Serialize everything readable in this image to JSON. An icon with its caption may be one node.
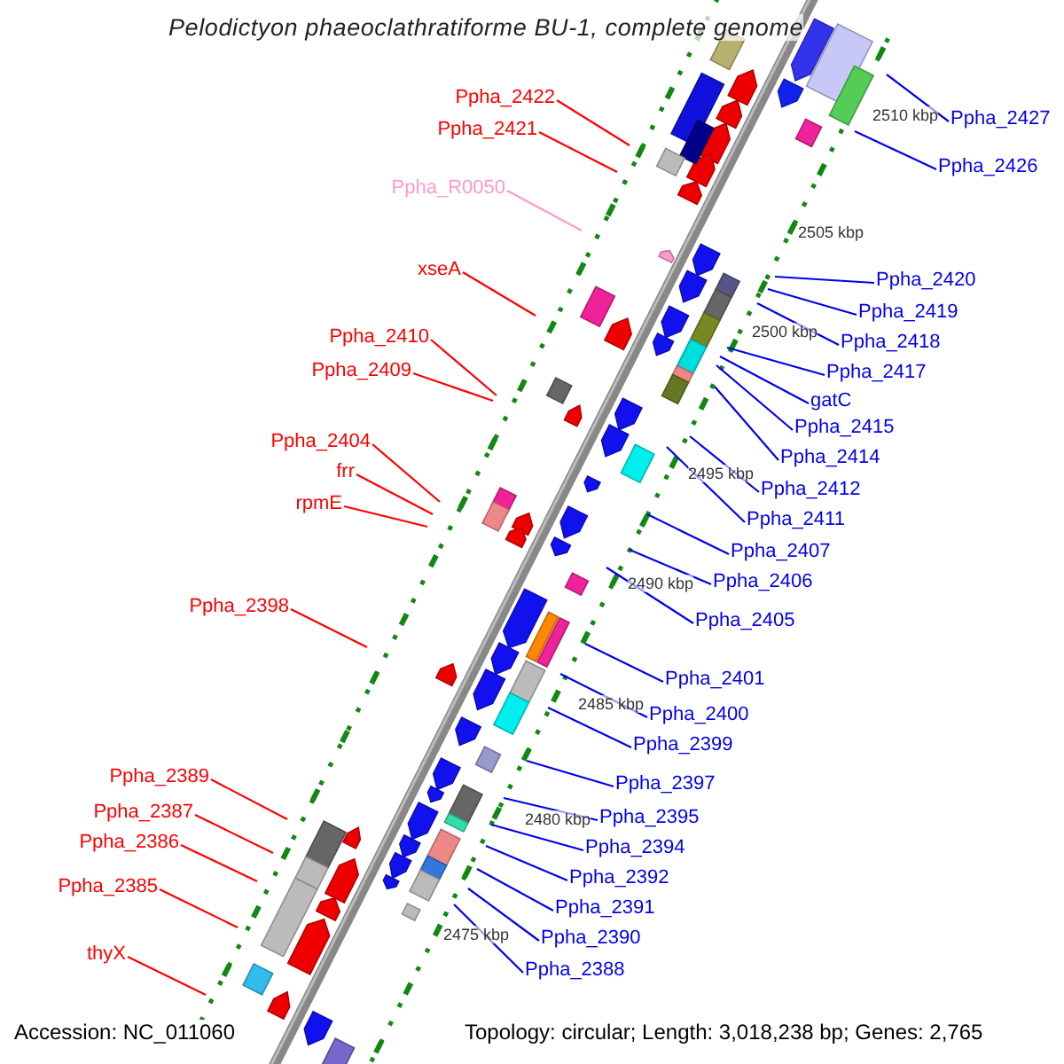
{
  "diagram": {
    "title": "Pelodictyon phaeoclathratiforme BU-1, complete genome",
    "nodes": [
      {
        "text": [
          "Ppha_2422"
        ]
      },
      {
        "text": [
          "Ppha_2421"
        ]
      },
      {
        "text": [
          "Ppha_R0050"
        ]
      },
      {
        "text": [
          "xseA"
        ]
      },
      {
        "text": [
          "Ppha_2410"
        ]
      },
      {
        "text": [
          "Ppha_2409"
        ]
      },
      {
        "text": [
          "Ppha_2404"
        ]
      },
      {
        "text": [
          "frr"
        ]
      },
      {
        "text": [
          "rpmE"
        ]
      },
      {
        "text": [
          "Ppha_2398"
        ]
      },
      {
        "text": [
          "Ppha_2389"
        ]
      },
      {
        "text": [
          "Ppha_2387"
        ]
      },
      {
        "text": [
          "Ppha_2386"
        ]
      },
      {
        "text": [
          "Ppha_2385"
        ]
      },
      {
        "text": [
          "thyX"
        ]
      },
      {
        "text": [
          "Ppha_2427"
        ]
      },
      {
        "text": [
          "Ppha_2426"
        ]
      },
      {
        "text": [
          "Ppha_2420"
        ]
      },
      {
        "text": [
          "Ppha_2419"
        ]
      },
      {
        "text": [
          "Ppha_2418"
        ]
      },
      {
        "text": [
          "Ppha_2417"
        ]
      },
      {
        "text": [
          "gatC"
        ]
      },
      {
        "text": [
          "Ppha_2415"
        ]
      },
      {
        "text": [
          "Ppha_2414"
        ]
      },
      {
        "text": [
          "Ppha_2412"
        ]
      },
      {
        "text": [
          "Ppha_2411"
        ]
      },
      {
        "text": [
          "Ppha_2407"
        ]
      },
      {
        "text": [
          "Ppha_2406"
        ]
      },
      {
        "text": [
          "Ppha_2405"
        ]
      },
      {
        "text": [
          "Ppha_2401"
        ]
      },
      {
        "text": [
          "Ppha_2400"
        ]
      },
      {
        "text": [
          "Ppha_2399"
        ]
      },
      {
        "text": [
          "Ppha_2397"
        ]
      },
      {
        "text": [
          "Ppha_2395"
        ]
      },
      {
        "text": [
          "Ppha_2394"
        ]
      },
      {
        "text": [
          "Ppha_2392"
        ]
      },
      {
        "text": [
          "Ppha_2391"
        ]
      },
      {
        "text": [
          "Ppha_2390"
        ]
      },
      {
        "text": [
          "Ppha_2388"
        ]
      }
    ],
    "edges": [
      {
        "from": 0,
        "to": null,
        "arrow": "none",
        "color": "#ff0000"
      },
      {
        "from": 1,
        "to": null,
        "arrow": "none",
        "color": "#ff0000"
      },
      {
        "from": 2,
        "to": null,
        "arrow": "none",
        "color": "#ff99cc"
      },
      {
        "from": 3,
        "to": null,
        "arrow": "none",
        "color": "#ff0000"
      },
      {
        "from": 4,
        "to": null,
        "arrow": "none",
        "color": "#ff0000"
      },
      {
        "from": 5,
        "to": null,
        "arrow": "none",
        "color": "#ff0000"
      },
      {
        "from": 6,
        "to": null,
        "arrow": "none",
        "color": "#ff0000"
      },
      {
        "from": 7,
        "to": null,
        "arrow": "none",
        "color": "#ff0000"
      },
      {
        "from": 8,
        "to": null,
        "arrow": "none",
        "color": "#ff0000"
      },
      {
        "from": 9,
        "to": null,
        "arrow": "none",
        "color": "#ff0000"
      },
      {
        "from": 10,
        "to": null,
        "arrow": "none",
        "color": "#ff0000"
      },
      {
        "from": 11,
        "to": null,
        "arrow": "none",
        "color": "#ff0000"
      },
      {
        "from": 12,
        "to": null,
        "arrow": "none",
        "color": "#ff0000"
      },
      {
        "from": 13,
        "to": null,
        "arrow": "none",
        "color": "#ff0000"
      },
      {
        "from": 14,
        "to": null,
        "arrow": "none",
        "color": "#ff0000"
      },
      {
        "from": 15,
        "to": null,
        "arrow": "none"
      },
      {
        "from": 16,
        "to": null,
        "arrow": "none"
      },
      {
        "from": 17,
        "to": null,
        "arrow": "none"
      },
      {
        "from": 18,
        "to": null,
        "arrow": "none"
      },
      {
        "from": 19,
        "to": null,
        "arrow": "none"
      },
      {
        "from": 20,
        "to": null,
        "arrow": "none"
      },
      {
        "from": 21,
        "to": null,
        "arrow": "none"
      },
      {
        "from": 22,
        "to": null,
        "arrow": "none"
      },
      {
        "from": 23,
        "to": null,
        "arrow": "none"
      },
      {
        "from": 24,
        "to": null,
        "arrow": "none"
      },
      {
        "from": 25,
        "to": null,
        "arrow": "none"
      },
      {
        "from": 26,
        "to": null,
        "arrow": "none"
      },
      {
        "from": 27,
        "to": null,
        "arrow": "none"
      },
      {
        "from": 28,
        "to": null,
        "arrow": "none"
      },
      {
        "from": 29,
        "to": null,
        "arrow": "none"
      },
      {
        "from": 30,
        "to": null,
        "arrow": "none"
      },
      {
        "from": 31,
        "to": null,
        "arrow": "none"
      },
      {
        "from": 32,
        "to": null,
        "arrow": "none"
      },
      {
        "from": 33,
        "to": null,
        "arrow": "none"
      },
      {
        "from": 34,
        "to": null,
        "arrow": "none"
      },
      {
        "from": 35,
        "to": null,
        "arrow": "none"
      },
      {
        "from": 36,
        "to": null,
        "arrow": "none"
      },
      {
        "from": 37,
        "to": null,
        "arrow": "none"
      },
      {
        "from": 38,
        "to": null,
        "arrow": "none"
      }
    ],
    "labels": [
      "2510 kbp",
      "2505 kbp",
      "2500 kbp",
      "2495 kbp",
      "2490 kbp",
      "2485 kbp",
      "2480 kbp",
      "2475 kbp",
      "Accession: NC_011060",
      "Topology: circular; Length: 3,018,238 bp; Genes: 2,765"
    ]
  }
}
